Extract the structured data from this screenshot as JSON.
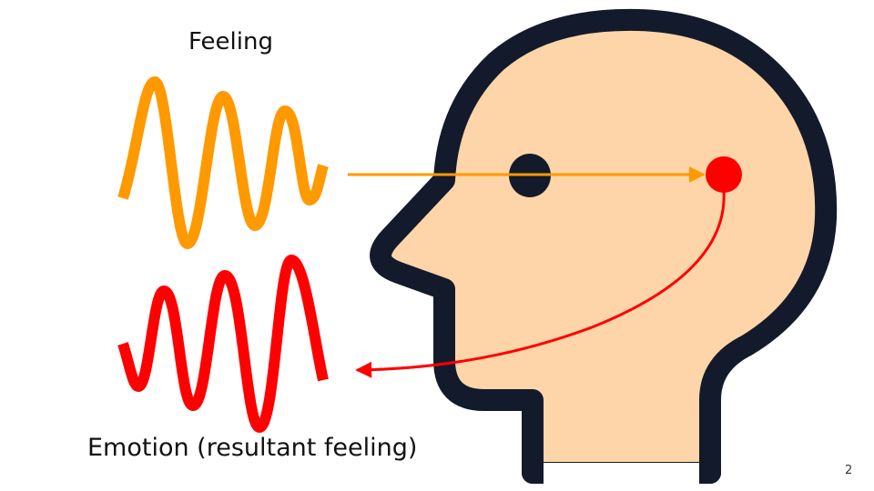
{
  "slide": {
    "page_number": "2",
    "background_color": "#FFFFFF"
  },
  "labels": {
    "feeling": "Feeling",
    "emotion": "Emotion (resultant feeling)"
  },
  "colors": {
    "feeling_wave": "#FF9900",
    "emotion_wave": "#FF0000",
    "head_outline": "#131A2B",
    "head_fill": "#FDD5A8",
    "eye": "#131A2B",
    "brain_point": "#FF0000",
    "input_arrow": "#FF9900",
    "output_arrow": "#FF0000",
    "text": "#111111"
  },
  "icons": {
    "feeling_wave": "sine-wave-icon",
    "emotion_wave": "sine-wave-icon",
    "head": "head-profile-icon",
    "eye": "eye-dot-icon",
    "brain_point": "red-dot-icon",
    "input_arrow": "arrow-right-icon",
    "output_arrow": "curved-arrow-left-icon"
  }
}
